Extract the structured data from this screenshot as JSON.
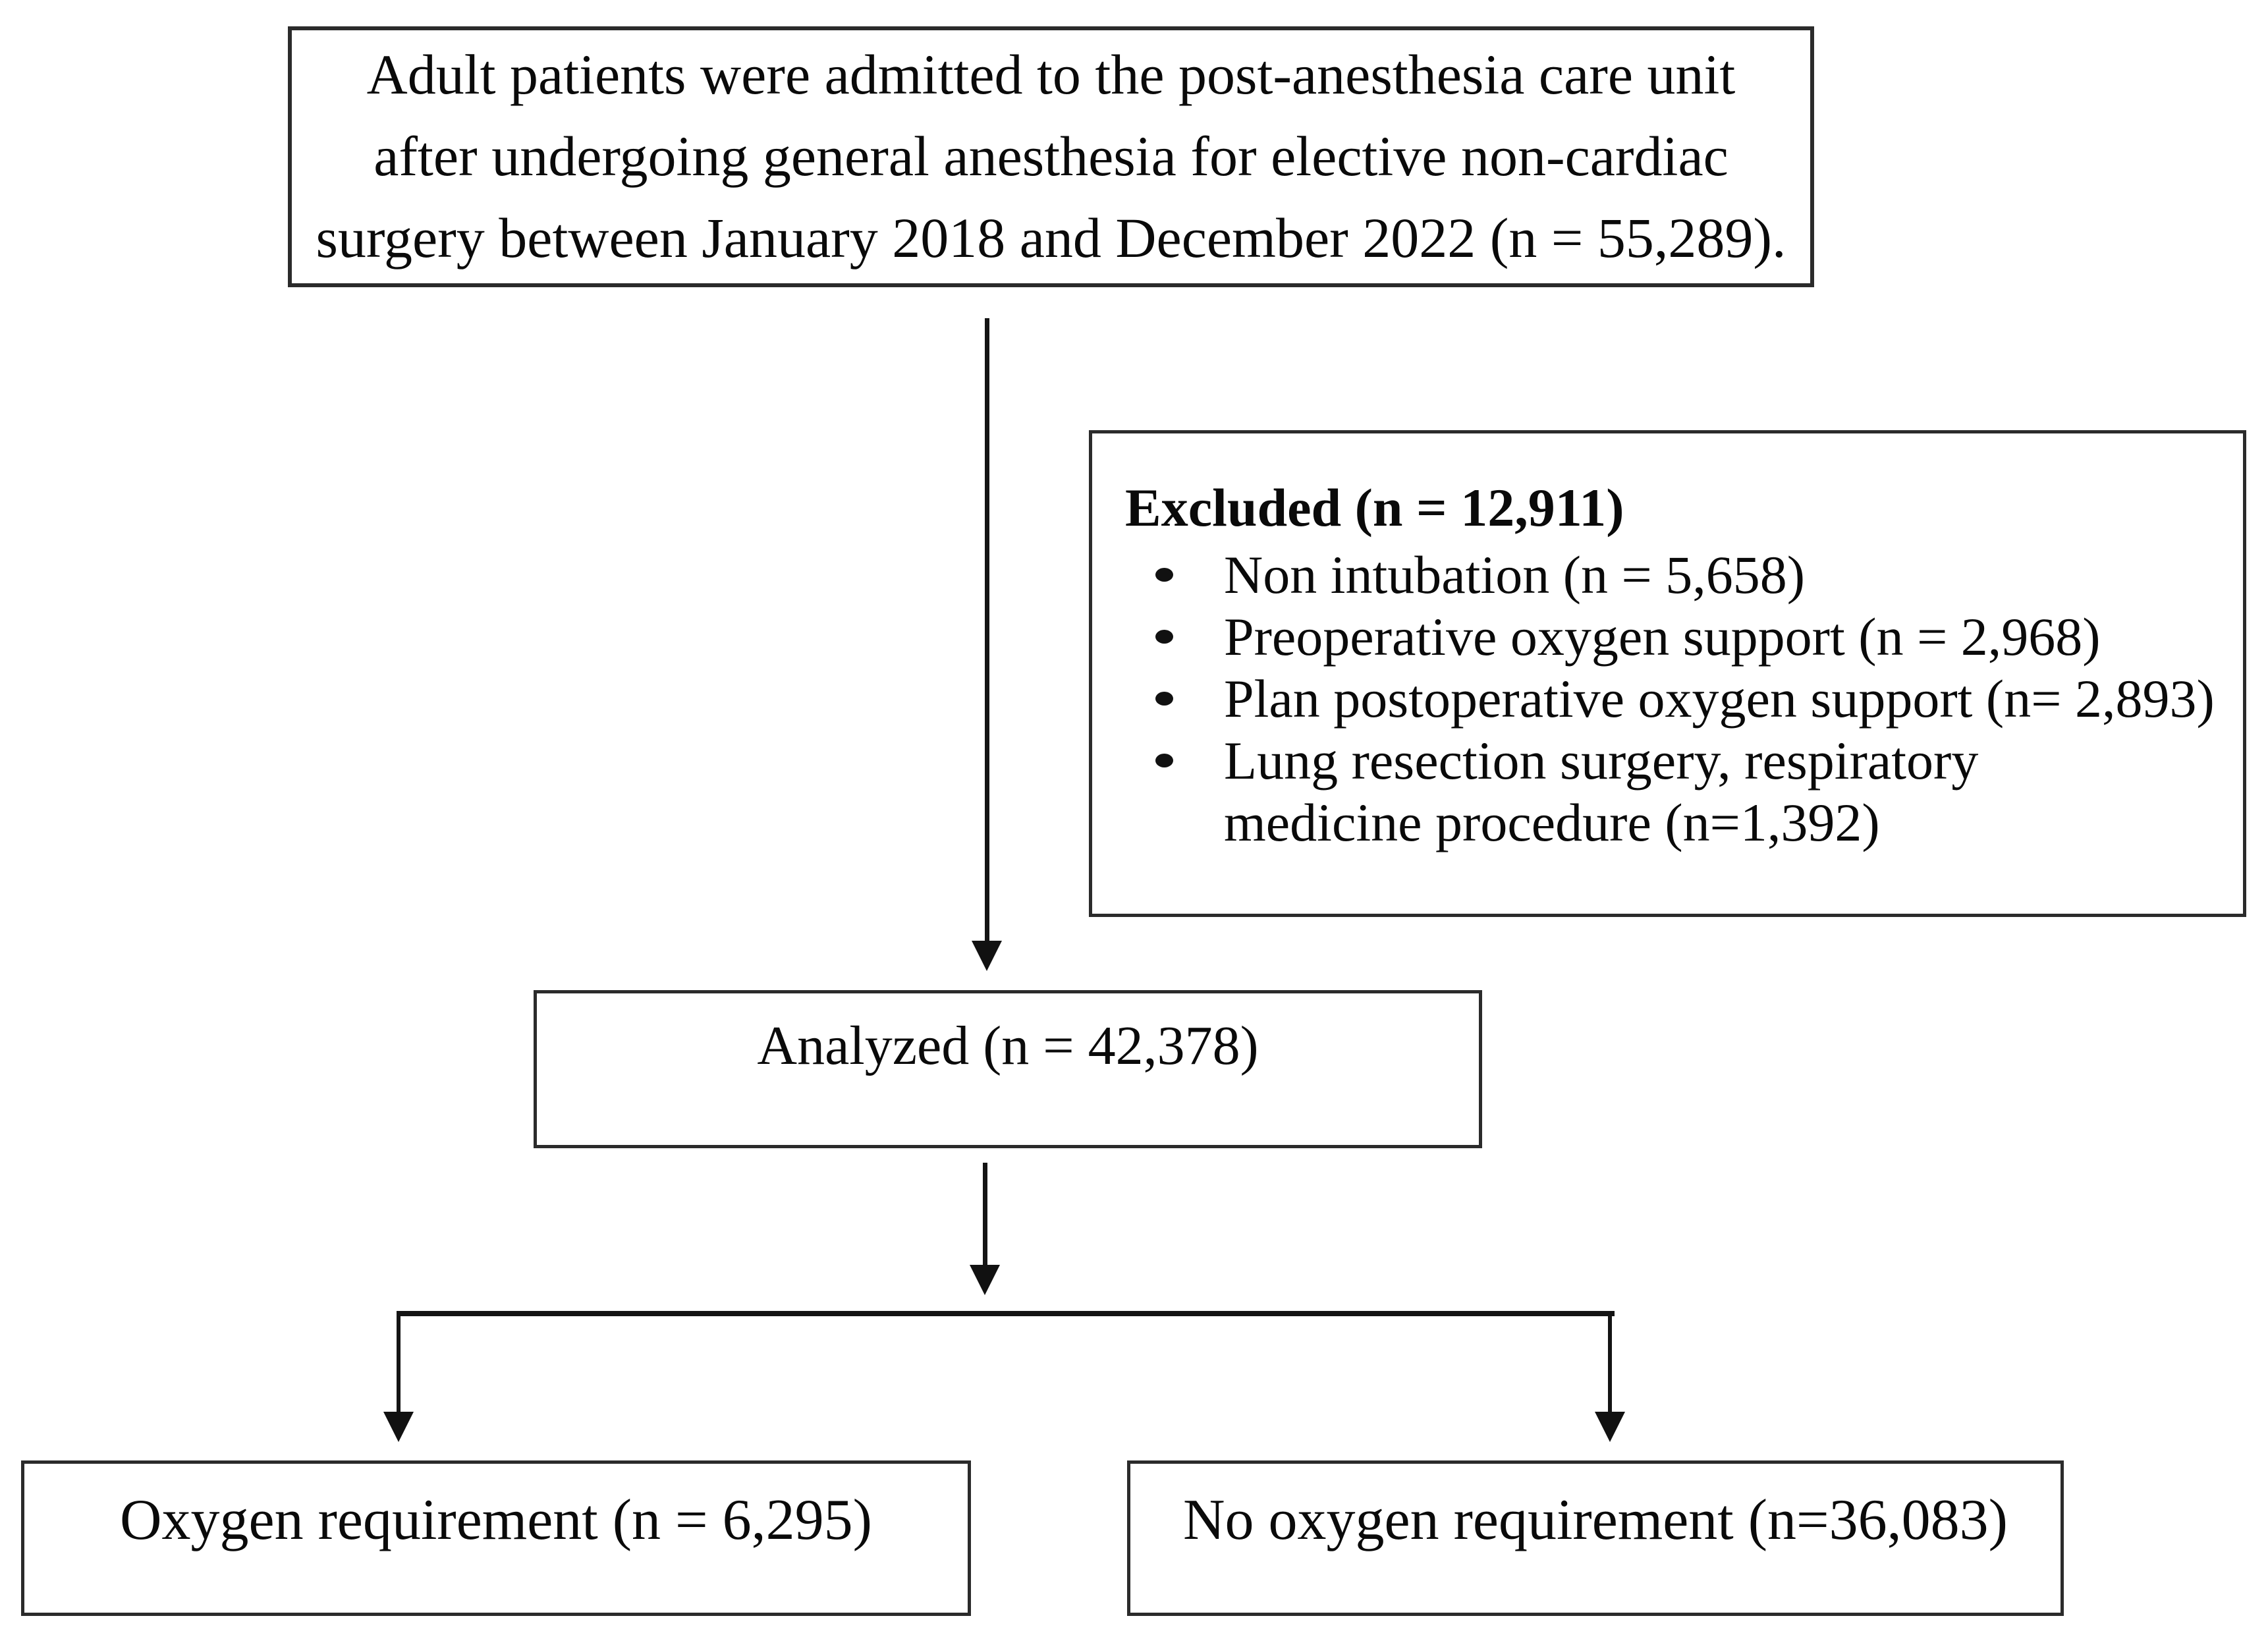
{
  "flowchart": {
    "enrollment_box": {
      "lines": [
        "Adult patients were admitted to the post-anesthesia care unit",
        "after undergoing general anesthesia for elective non-cardiac",
        "surgery between January 2018 and December 2022 (n = 55,289)."
      ]
    },
    "excluded_box": {
      "heading": "Excluded (n = 12,911)",
      "items": [
        {
          "lines": [
            "Non intubation (n = 5,658)"
          ]
        },
        {
          "lines": [
            "Preoperative oxygen support (n = 2,968)"
          ]
        },
        {
          "lines": [
            "Plan postoperative oxygen support (n= 2,893)"
          ]
        },
        {
          "lines": [
            "Lung resection surgery, respiratory",
            "medicine procedure (n=1,392)"
          ]
        }
      ]
    },
    "analyzed_box": {
      "label": "Analyzed (n = 42,378)"
    },
    "outcome_boxes": {
      "left": {
        "label": "Oxygen requirement (n = 6,295)"
      },
      "right": {
        "label": "No oxygen requirement (n=36,083)"
      }
    },
    "colors": {
      "box_border": "#2b2b2b",
      "text": "#0a0a0a",
      "connector": "#141414",
      "background": "#ffffff"
    }
  }
}
